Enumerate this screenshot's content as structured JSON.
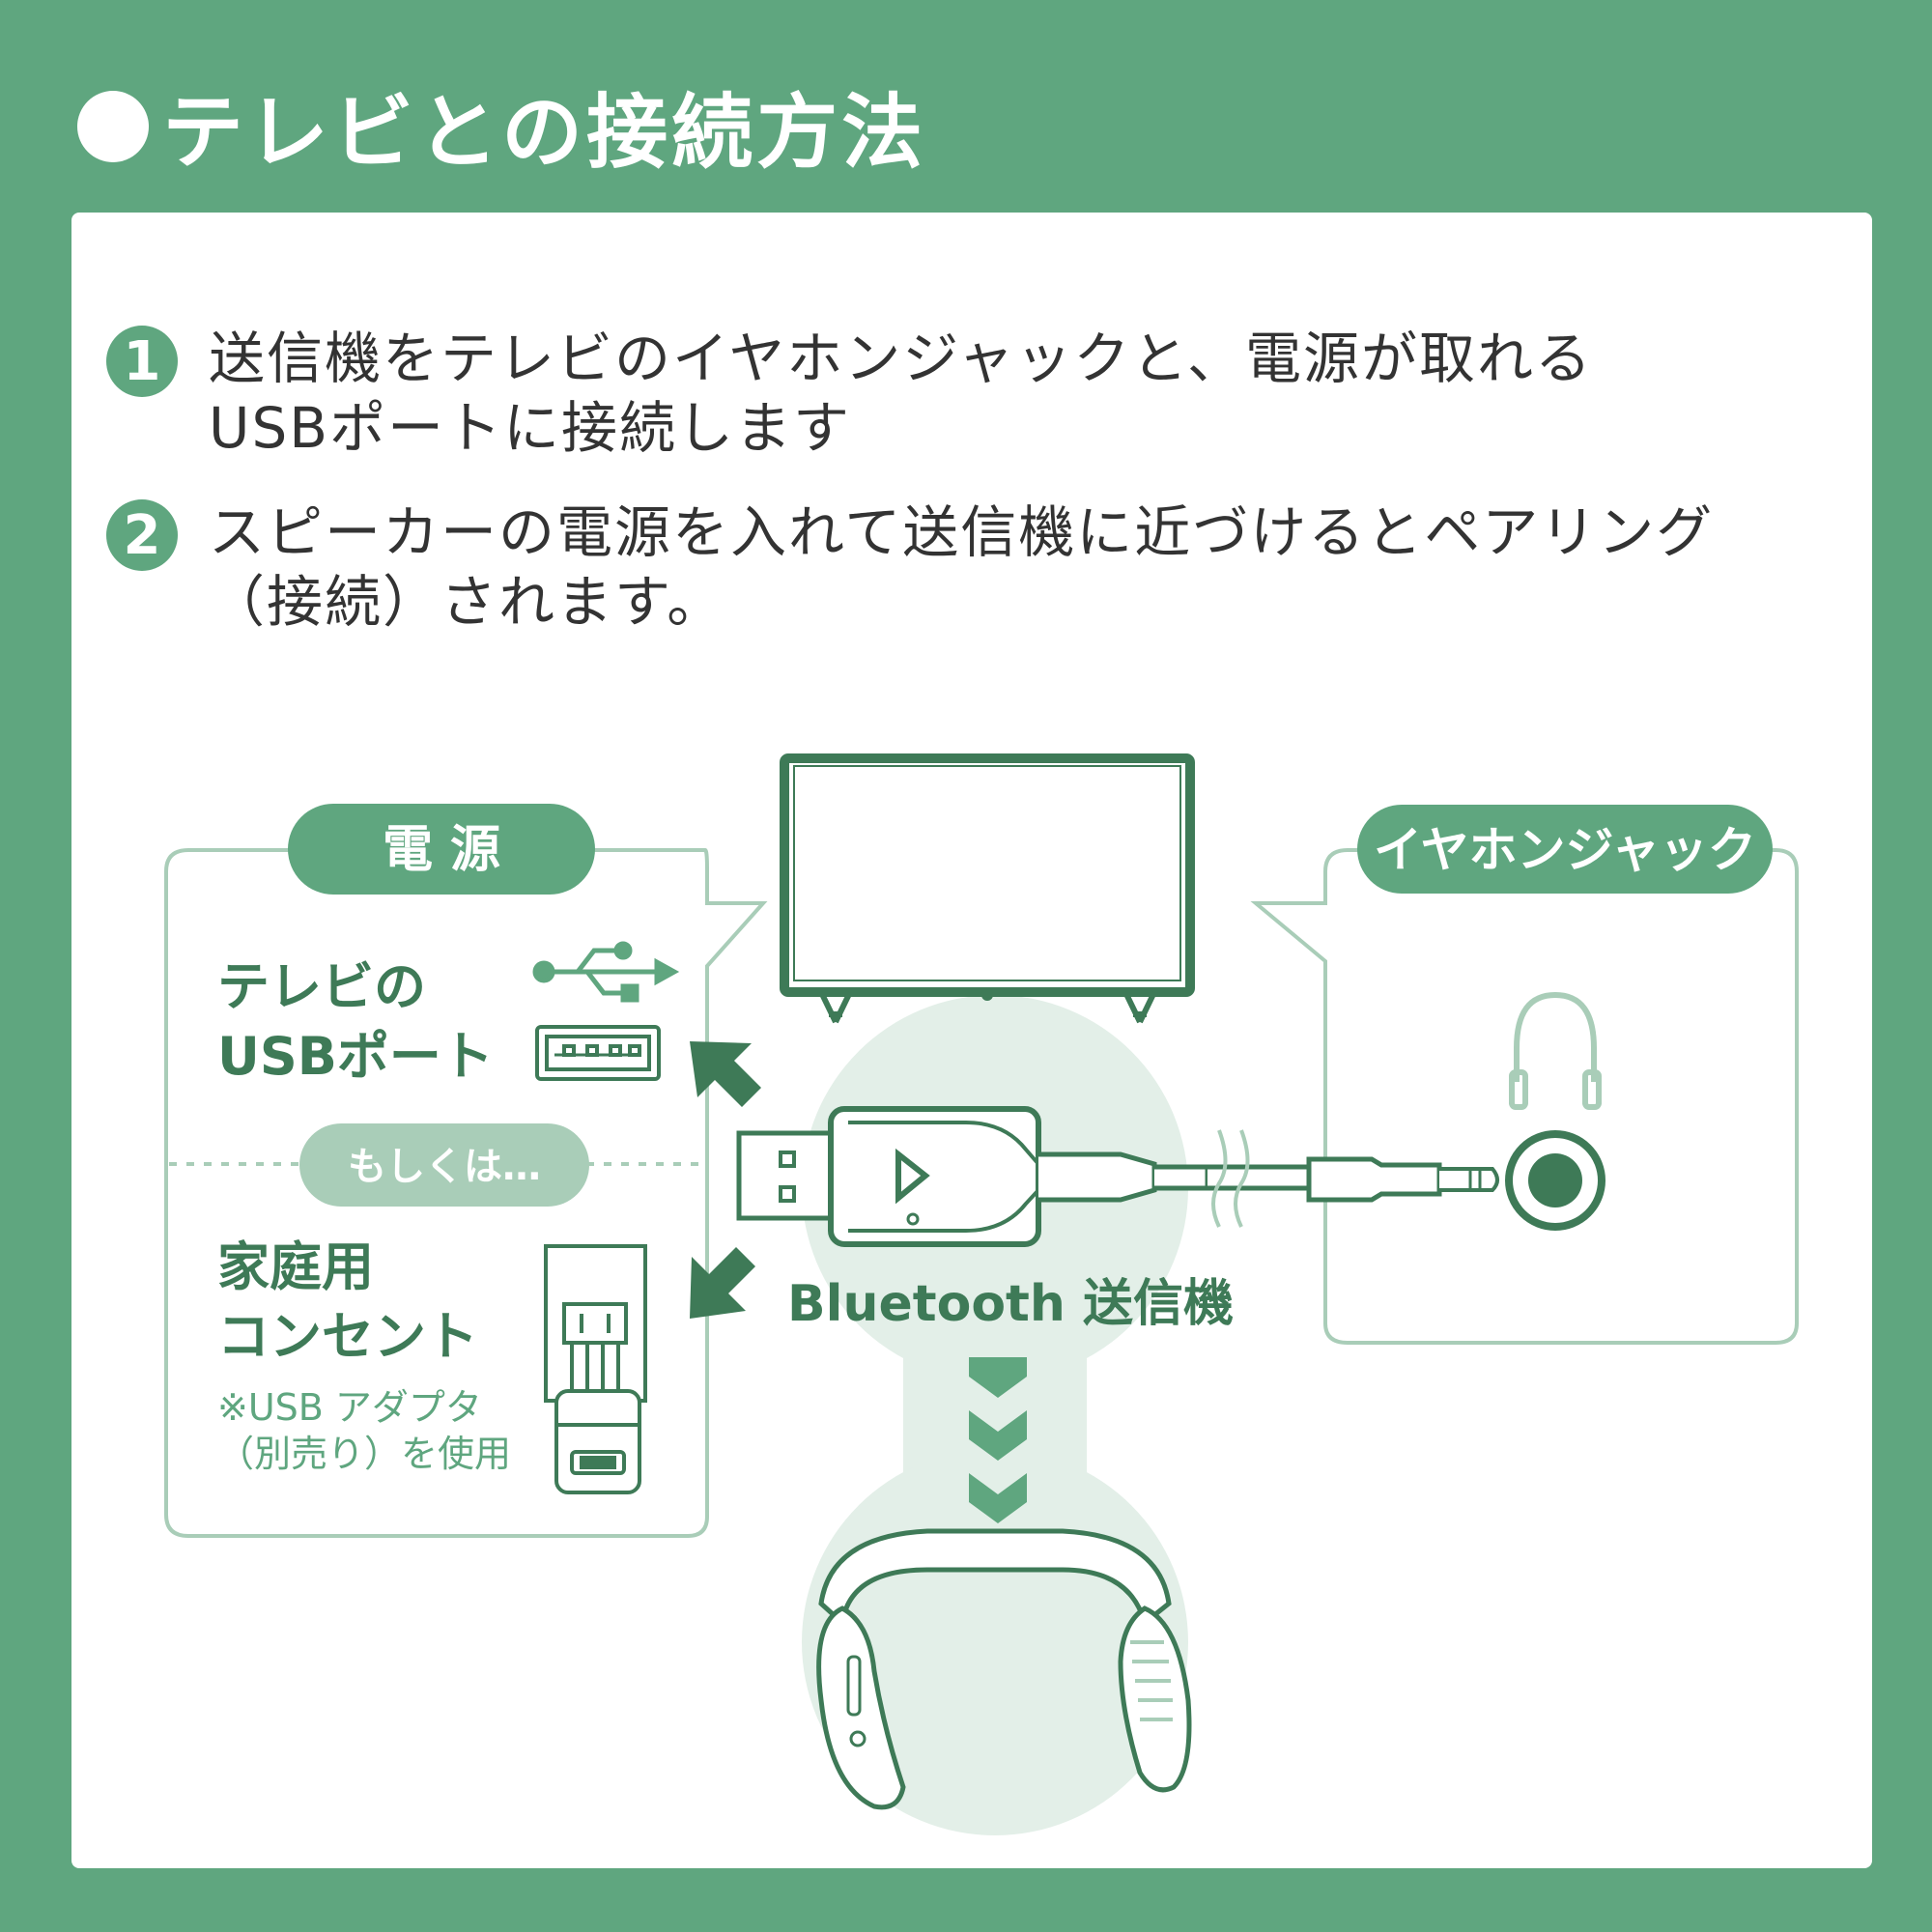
{
  "title": "テレビとの接続方法",
  "steps": [
    {
      "num": "1",
      "text": "送信機をテレビのイヤホンジャックと、電源が取れるUSBポートに接続します"
    },
    {
      "num": "2",
      "text": "スピーカーの電源を入れて送信機に近づけるとペアリング（接続）されます。"
    }
  ],
  "power_box": {
    "header": "電 源",
    "usb_line1": "テレビの",
    "usb_line2": "USBポート",
    "or_label": "もしくは…",
    "outlet_line1": "家庭用",
    "outlet_line2": "コンセント",
    "note_line1": "※USB アダプタ",
    "note_line2": "（別売り）を使用"
  },
  "jack_box": {
    "header": "イヤホンジャック"
  },
  "transmitter_label": "Bluetooth 送信機",
  "colors": {
    "background": "#5fa67f",
    "dark_green": "#3e7a57",
    "light_green": "#e3efe8",
    "mid_green": "#a9cdb8",
    "text": "#333333"
  }
}
